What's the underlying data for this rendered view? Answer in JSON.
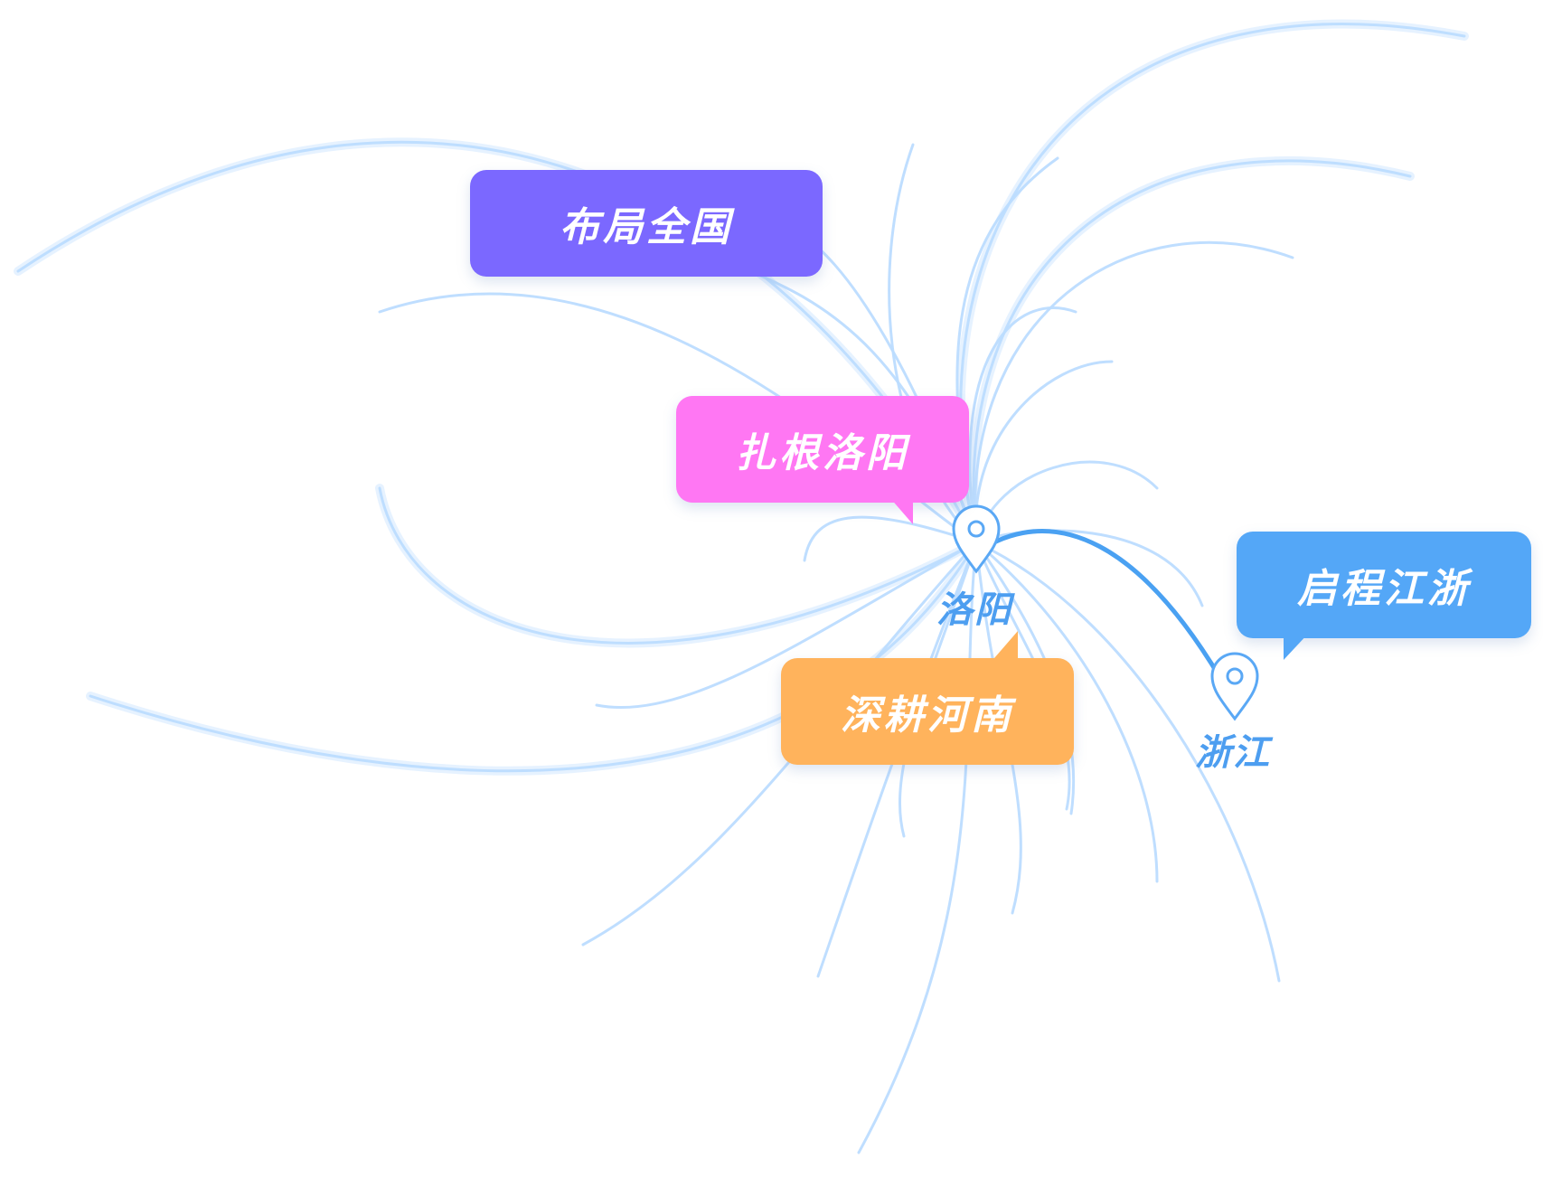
{
  "callouts": {
    "national": {
      "text": "布局全国",
      "color": "#7b68ff"
    },
    "rooted": {
      "text": "扎根洛阳",
      "color": "#ff77f3"
    },
    "henan": {
      "text": "深耕河南",
      "color": "#ffb35c"
    },
    "jiangzhe": {
      "text": "启程江浙",
      "color": "#54a7f7"
    }
  },
  "cities": {
    "luoyang": "洛阳",
    "zhejiang": "浙江"
  },
  "route_color": "#4aa1f2",
  "line_color": "#bcdcff"
}
